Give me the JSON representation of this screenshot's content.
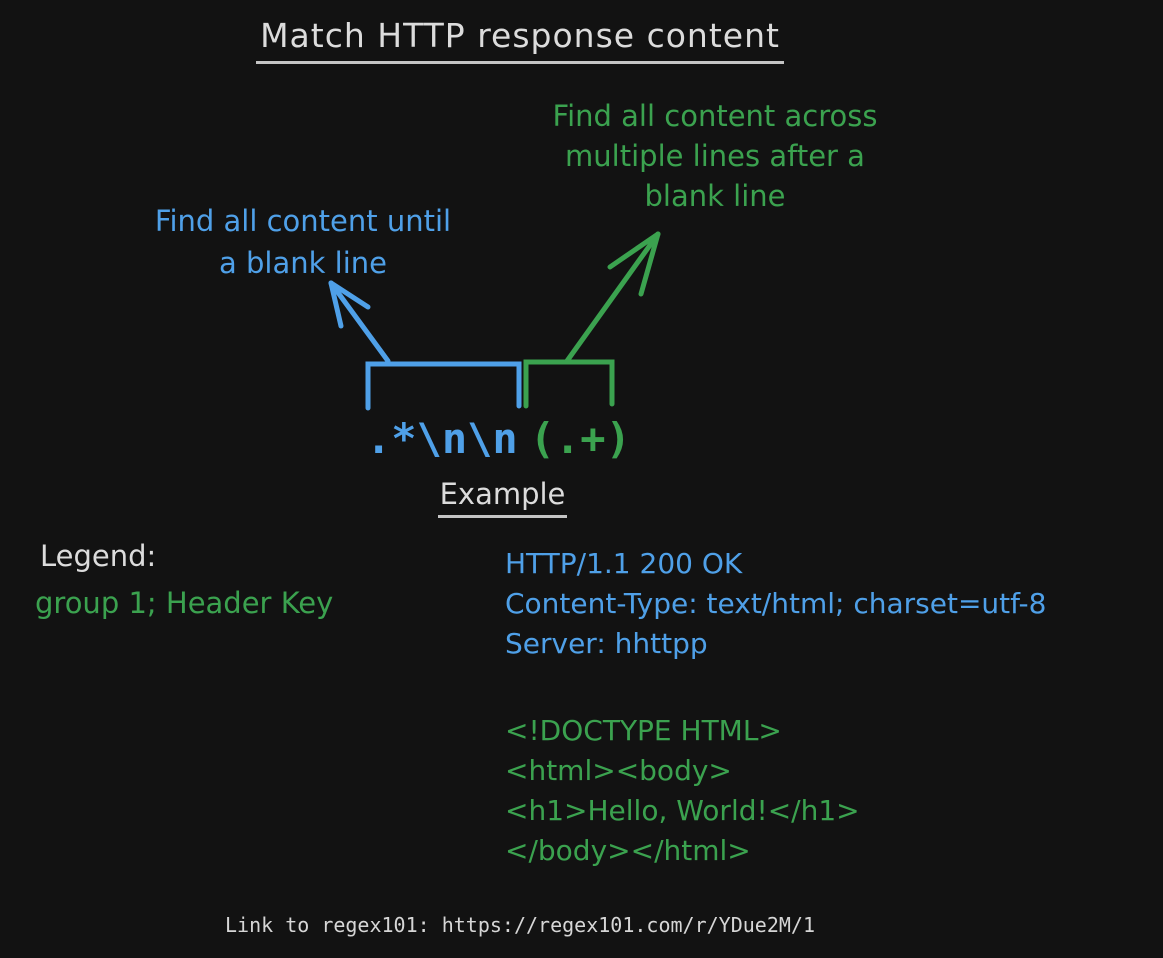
{
  "canvas": {
    "bg": "#121212"
  },
  "colors": {
    "blue": "#4fa0e8",
    "green": "#3ba24f",
    "white": "#dcdcdc",
    "footer_gray": "#d6d6d6"
  },
  "title": "Match HTTP response content",
  "annotations": {
    "green_note": {
      "line1": "Find all content across",
      "line2": "multiple lines after a",
      "line3": "blank line"
    },
    "blue_note": {
      "line1": "Find all content until",
      "line2": "a blank line"
    }
  },
  "regex": {
    "headers_part": ".*\\n\\n",
    "body_part": "(.+)"
  },
  "example_heading": "Example",
  "legend": {
    "heading": "Legend:",
    "entry_group1": "group 1; Header Key"
  },
  "http_response": {
    "headers": [
      "HTTP/1.1 200 OK",
      "Content-Type: text/html; charset=utf-8",
      "Server: hhttpp"
    ],
    "body": [
      "<!DOCTYPE HTML>",
      "<html><body>",
      "<h1>Hello, World!</h1>",
      "</body></html>"
    ]
  },
  "footer": {
    "link_text": "Link to regex101: https://regex101.com/r/YDue2M/1"
  }
}
